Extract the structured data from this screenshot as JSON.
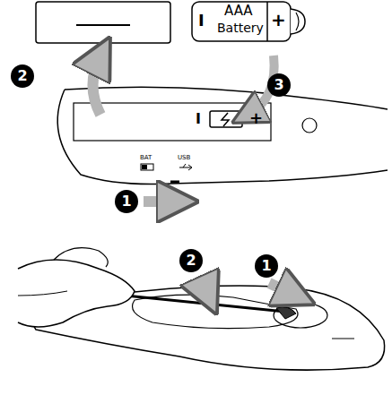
{
  "diagram": {
    "labels": [
      "2",
      "I",
      "AAA",
      "Battery",
      "+",
      "3",
      "I",
      "+",
      "BAT",
      "USB",
      "1",
      "2",
      "1"
    ]
  }
}
